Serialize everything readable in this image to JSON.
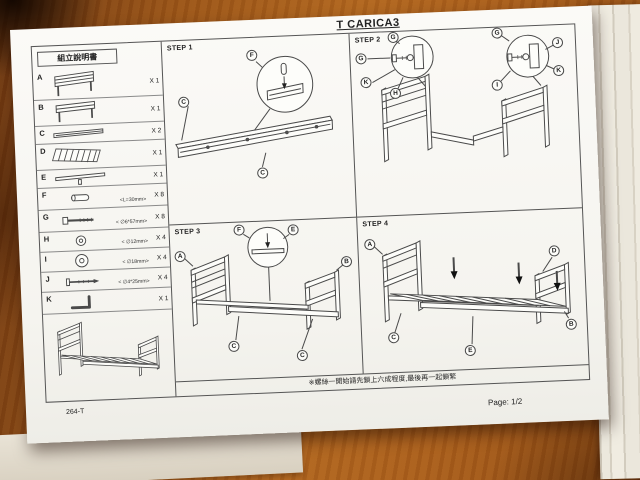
{
  "colors": {
    "wood": "#a35b1c",
    "paper": "#f7f6f2",
    "line": "#4a4a4a"
  },
  "sheet": {
    "doc_label": "組立說明書",
    "title": "T CARICA3",
    "note": "※螺絲一開始請先鎖上六成程度,最後再一起鎖緊",
    "footer_code": "264-T",
    "page_label": "Page: 1/2"
  },
  "parts": [
    {
      "label": "A",
      "spec": "",
      "qty": "X 1"
    },
    {
      "label": "B",
      "spec": "",
      "qty": "X 1"
    },
    {
      "label": "C",
      "spec": "",
      "qty": "X 2"
    },
    {
      "label": "D",
      "spec": "",
      "qty": "X 1"
    },
    {
      "label": "E",
      "spec": "",
      "qty": "X 1"
    },
    {
      "label": "F",
      "spec": "<L=30mm>",
      "qty": "X 8"
    },
    {
      "label": "G",
      "spec": "< ∅6*57mm>",
      "qty": "X 8"
    },
    {
      "label": "H",
      "spec": "< ∅12mm>",
      "qty": "X 4"
    },
    {
      "label": "I",
      "spec": "< ∅18mm>",
      "qty": "X 4"
    },
    {
      "label": "J",
      "spec": "< ∅4*25mm>",
      "qty": "X 4"
    },
    {
      "label": "K",
      "spec": "",
      "qty": "X 1"
    }
  ],
  "steps": [
    {
      "title": "STEP 1",
      "callouts": [
        "F",
        "C",
        "C"
      ]
    },
    {
      "title": "STEP 2",
      "callouts": [
        "G",
        "G",
        "K",
        "H",
        "G",
        "J",
        "K",
        "I"
      ]
    },
    {
      "title": "STEP 3",
      "callouts": [
        "E",
        "F",
        "A",
        "C",
        "B",
        "C"
      ]
    },
    {
      "title": "STEP 4",
      "callouts": [
        "A",
        "D",
        "C",
        "B",
        "E"
      ]
    }
  ]
}
